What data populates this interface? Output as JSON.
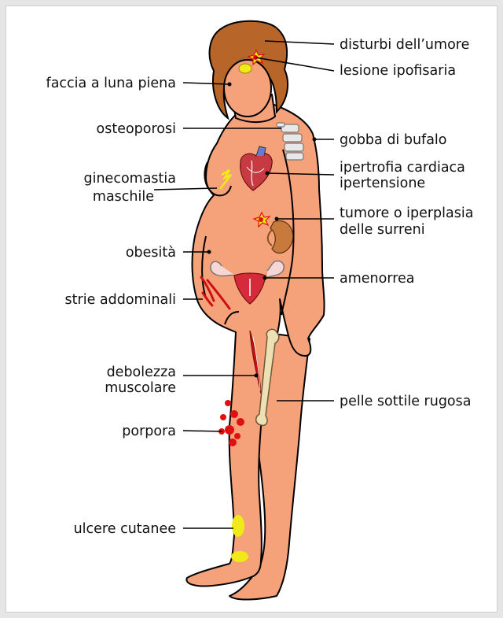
{
  "colors": {
    "skin": "#f5a17a",
    "hair": "#b8652a",
    "outline": "#000000",
    "blood": "#e01010",
    "ulcer": "#f2ea18",
    "bone": "#ede0b4",
    "heart": "#c83a42",
    "kidney": "#c77a3c",
    "uterus": "#d62a3a",
    "background": "#e6e6e6",
    "panel": "#ffffff"
  },
  "labels": {
    "disturbi_umore": "disturbi dell’umore",
    "lesione_ipofisaria": "lesione ipofisaria",
    "faccia_luna_piena": "faccia a luna piena",
    "osteoporosi": "osteoporosi",
    "gobba_bufalo": "gobba di bufalo",
    "ginecomastia_line1": "ginecomastia",
    "ginecomastia_line2": "maschile",
    "ipertrofia_line1": "ipertrofia cardiaca",
    "ipertrofia_line2": "ipertensione",
    "tumore_line1": "tumore o iperplasia",
    "tumore_line2": "delle surreni",
    "obesita": "obesità",
    "amenorrea": "amenorrea",
    "strie": "strie addominali",
    "debolezza_line1": "debolezza",
    "debolezza_line2": "muscolare",
    "pelle": "pelle sottile rugosa",
    "porpora": "porpora",
    "ulcere": "ulcere cutanee"
  }
}
